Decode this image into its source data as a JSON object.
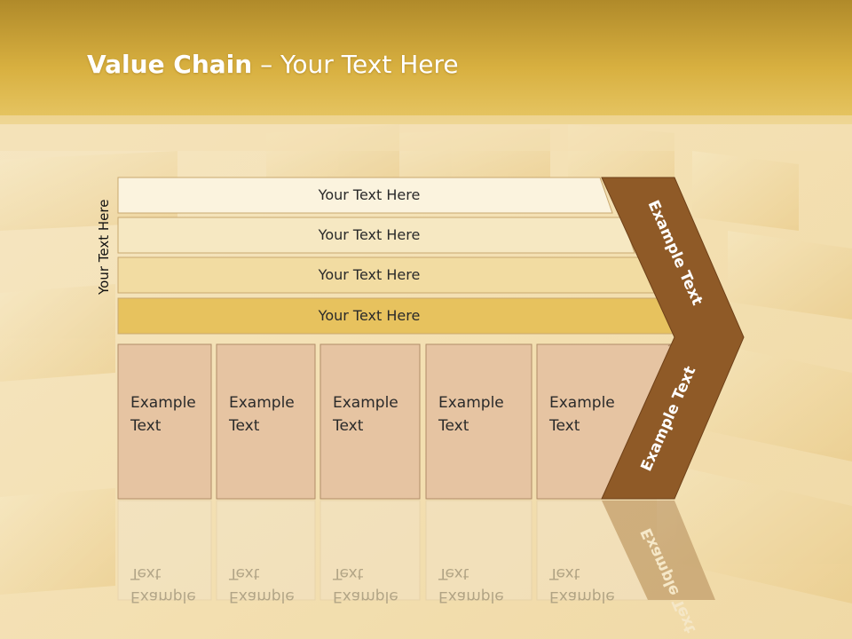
{
  "slide": {
    "title_bold": "Value Chain",
    "title_rest": " – Your Text Here",
    "side_label": "Your Text Here"
  },
  "bars": [
    {
      "label": "Your Text Here",
      "color": "#fbf3de"
    },
    {
      "label": "Your Text Here",
      "color": "#f6e8c2"
    },
    {
      "label": "Your Text Here",
      "color": "#f2dca2"
    },
    {
      "label": "Your Text Here",
      "color": "#e7c25e"
    }
  ],
  "boxes": [
    {
      "line1": "Example",
      "line2": "Text"
    },
    {
      "line1": "Example",
      "line2": "Text"
    },
    {
      "line1": "Example",
      "line2": "Text"
    },
    {
      "line1": "Example",
      "line2": "Text"
    },
    {
      "line1": "Example",
      "line2": "Text"
    }
  ],
  "chevron": {
    "upper_label": "Example Text",
    "lower_label": "Example Text",
    "color": "#8f5a27"
  },
  "colors": {
    "header_gold": "#c9a23a",
    "box_fill": "#e6c4a2",
    "box_stroke": "#b08c68"
  }
}
